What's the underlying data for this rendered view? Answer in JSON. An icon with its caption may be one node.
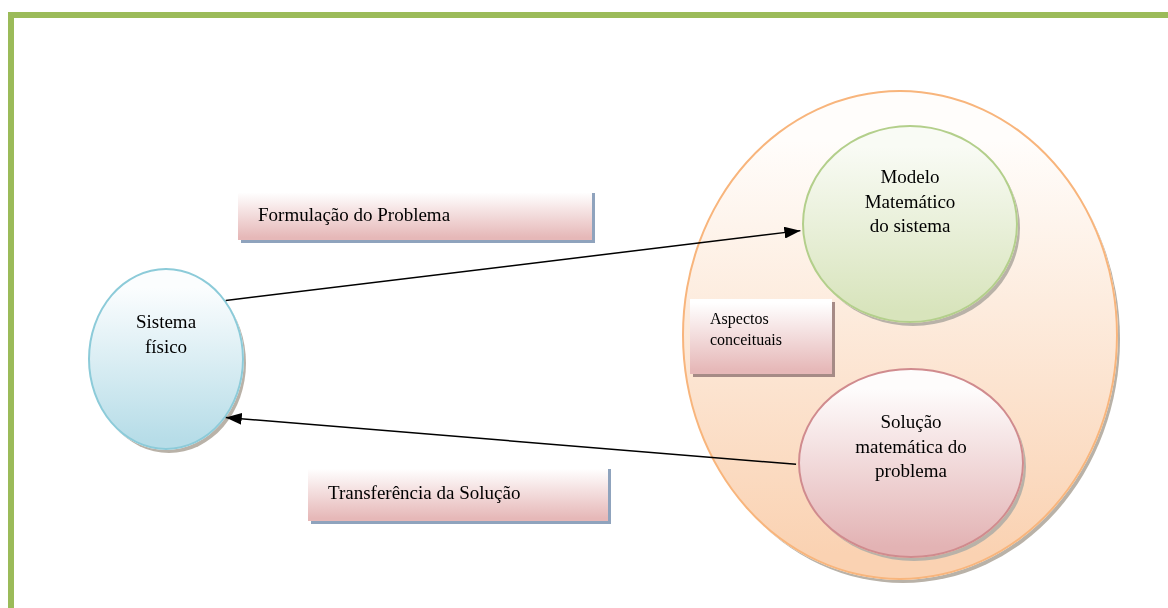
{
  "diagram": {
    "nodes": [
      {
        "text": [
          "Formulação do Problema"
        ]
      },
      {
        "text": [
          "Sistema físico"
        ]
      },
      {
        "text": [],
        "shape": "circle"
      },
      {
        "text": [
          "Modelo Matemático do sistema"
        ],
        "in": 2
      },
      {
        "text": [
          "Aspectos conceituais"
        ],
        "in": 2
      },
      {
        "text": [
          "Solução matemática do problema"
        ],
        "in": 2
      },
      {
        "text": [
          "Transferência da Solução"
        ]
      }
    ],
    "edges": [
      {
        "from": 1,
        "to": 3,
        "arrow": "to"
      },
      {
        "from": 5,
        "to": 1,
        "arrow": "to"
      }
    ]
  }
}
